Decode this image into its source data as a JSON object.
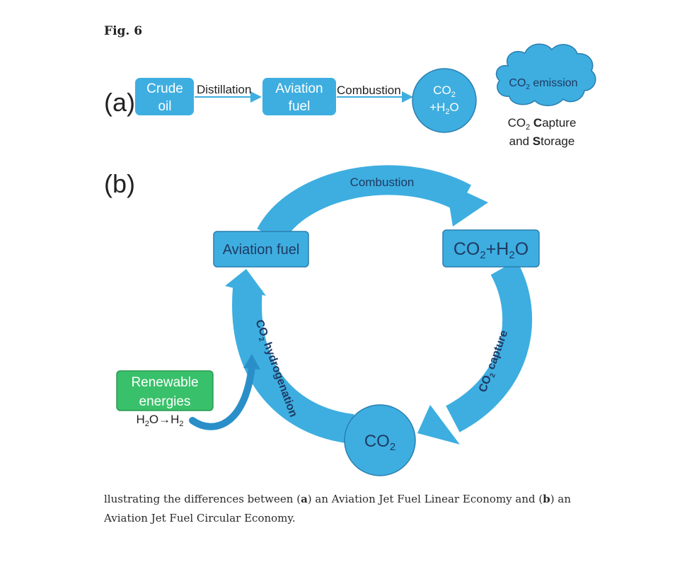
{
  "figure": {
    "label": "Fig. 6"
  },
  "panel_a": {
    "label": "(a)",
    "crude_oil": [
      "Crude",
      "oil"
    ],
    "distillation": "Distillation",
    "aviation_fuel": [
      "Aviation",
      "fuel"
    ],
    "combustion": "Combustion",
    "co2_h2o": {
      "co": "CO",
      "sub2": "2",
      "plus_h": "+H",
      "sub_h": "2",
      "o": "O"
    },
    "cloud": {
      "co": "CO",
      "sub": "2",
      "rest": " emission"
    },
    "ccs": {
      "co": "CO",
      "sub": "2",
      "capture_c": " C",
      "capture_rest": "apture",
      "and_text": "and ",
      "storage_s": "S",
      "storage_rest": "torage"
    }
  },
  "panel_b": {
    "label": "(b)",
    "combustion": "Combustion",
    "aviation_fuel": "Aviation fuel",
    "co2_h2o": {
      "co": "CO",
      "sub2": "2",
      "plus_h": "+H",
      "sub_h": "2",
      "o": "O"
    },
    "co2_capture": {
      "co": "CO",
      "sub": "2",
      "rest": " capture"
    },
    "co2_node": {
      "co": "CO",
      "sub": "2"
    },
    "hydrogenation": {
      "co": "CO",
      "sub": "2",
      "rest": " hydrogenation"
    },
    "renewable": [
      "Renewable",
      "energies"
    ],
    "h2o_h2": {
      "h": "H",
      "sub1": "2",
      "o_arrow": "O→H",
      "sub2": "2"
    }
  },
  "caption": {
    "part1": "llustrating the differences between (",
    "a": "a",
    "part2": ") an Aviation Jet Fuel Linear Economy and (",
    "b": "b",
    "part3": ") an Aviation Jet Fuel Circular Economy."
  },
  "colors": {
    "blue": "#3eaee0",
    "blue_stroke": "#2a7fb0",
    "green": "#39c06a",
    "text_dark": "#1f3a63"
  }
}
